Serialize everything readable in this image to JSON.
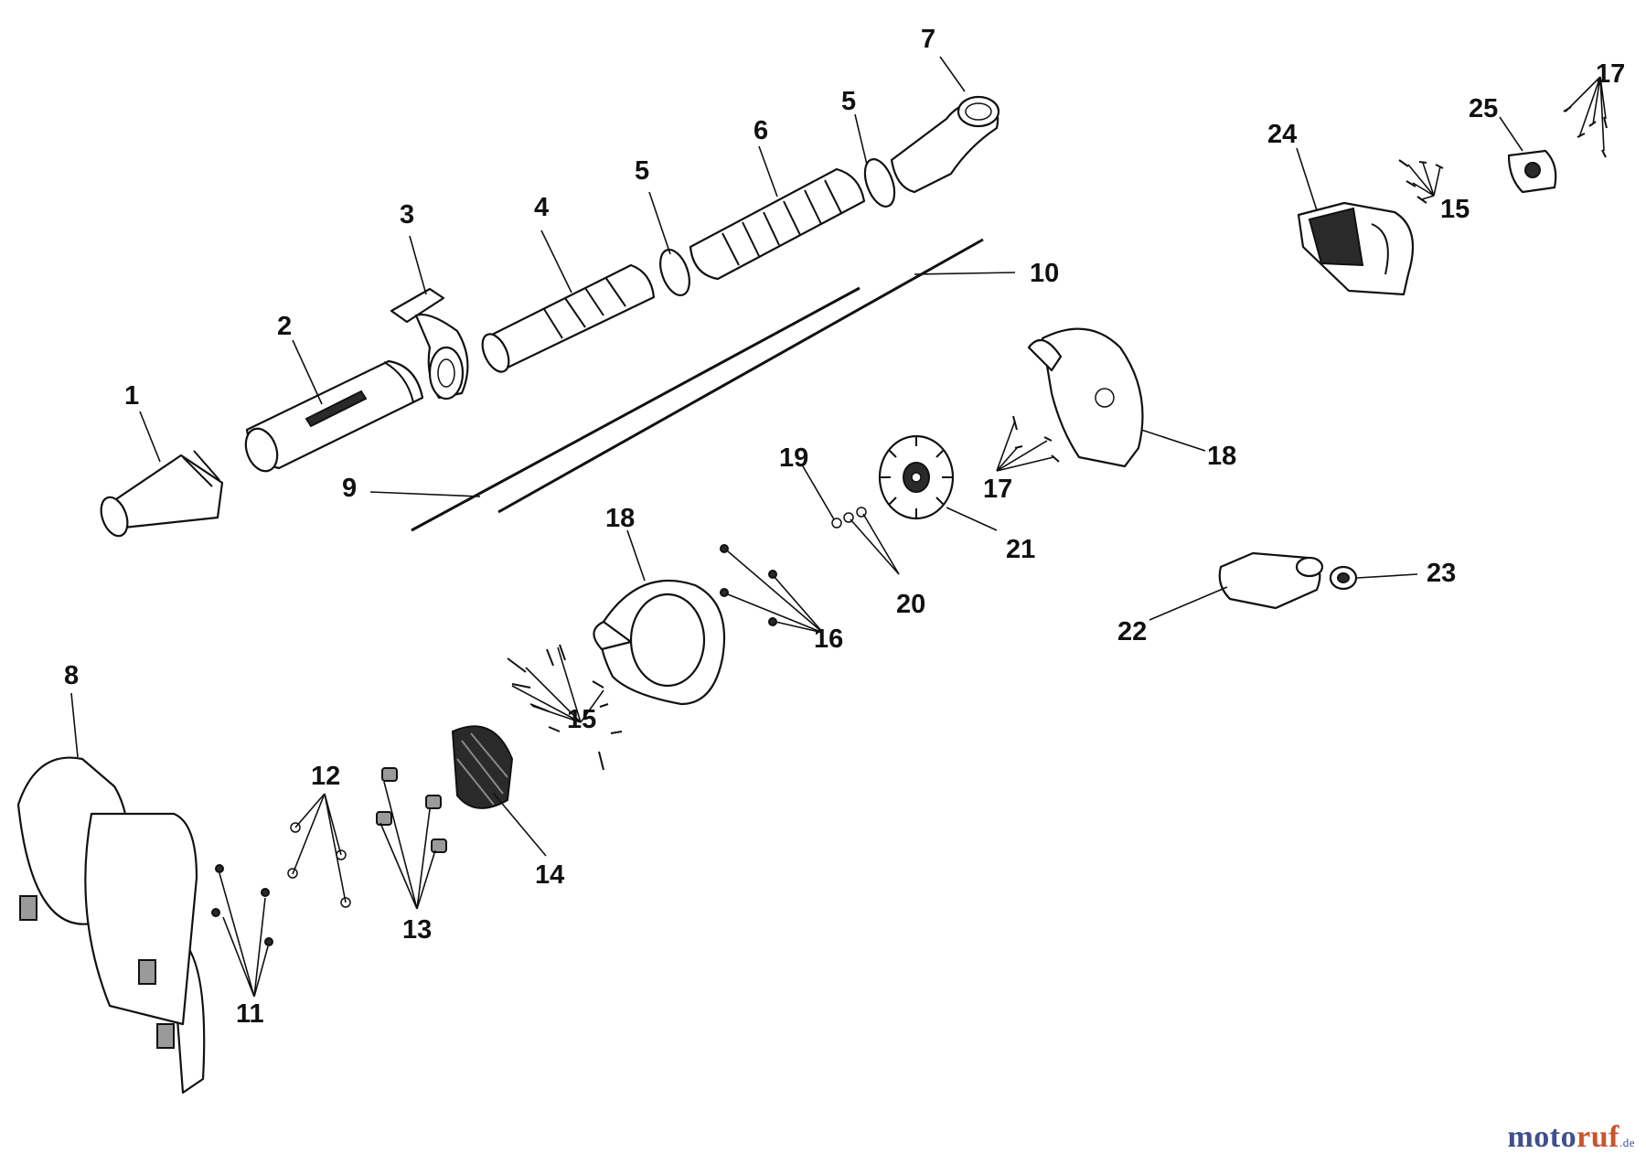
{
  "callouts": {
    "c1": "1",
    "c2": "2",
    "c3": "3",
    "c4": "4",
    "c5a": "5",
    "c5b": "5",
    "c6": "6",
    "c7": "7",
    "c8": "8",
    "c9": "9",
    "c10": "10",
    "c11": "11",
    "c12": "12",
    "c13": "13",
    "c14": "14",
    "c15a": "15",
    "c15b": "15",
    "c16": "16",
    "c17a": "17",
    "c17b": "17",
    "c18a": "18",
    "c18b": "18",
    "c19": "19",
    "c20": "20",
    "c21": "21",
    "c22": "22",
    "c23": "23",
    "c24": "24",
    "c25": "25"
  },
  "watermark": {
    "part_a": "moto",
    "part_b": "ruf",
    "part_c": ".de"
  }
}
